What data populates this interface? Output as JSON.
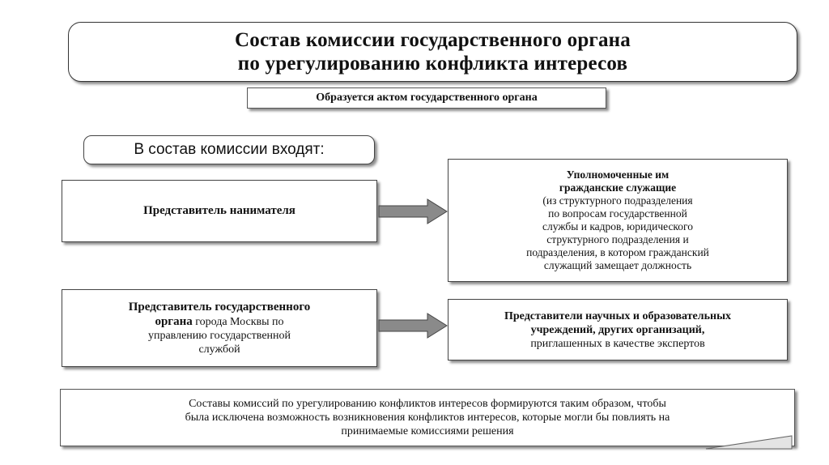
{
  "title": {
    "line1": "Состав комиссии государственного органа",
    "line2": "по урегулированию конфликта интересов"
  },
  "formed_by": "Образуется актом государственного органа",
  "composition_label": "В состав комиссии входят:",
  "employer_rep": "Представитель нанимателя",
  "authorized": {
    "bold_line1": "Уполномоченные им",
    "bold_line2": "гражданские служащие",
    "lines": [
      "(из структурного подразделения",
      "по вопросам государственной",
      "службы и кадров, юридического",
      "структурного подразделения и",
      "подразделения, в котором гражданский",
      "служащий замещает должность"
    ]
  },
  "gov_rep": {
    "bold_line1": "Представитель государственного",
    "bold_part2": "органа",
    "normal_part2": " города Москвы по",
    "line3": "управлению государственной",
    "line4": "службой"
  },
  "experts": {
    "bold_line1": "Представители научных и образовательных",
    "bold_line2": "учреждений, других организаций,",
    "line3": "приглашенных в качестве экспертов"
  },
  "note": {
    "line1": "Составы комиссий по урегулированию конфликтов интересов формируются таким образом, чтобы",
    "line2": "была исключена возможность возникновения конфликтов интересов, которые могли бы повлиять на",
    "line3": "принимаемые комиссиями решения"
  }
}
